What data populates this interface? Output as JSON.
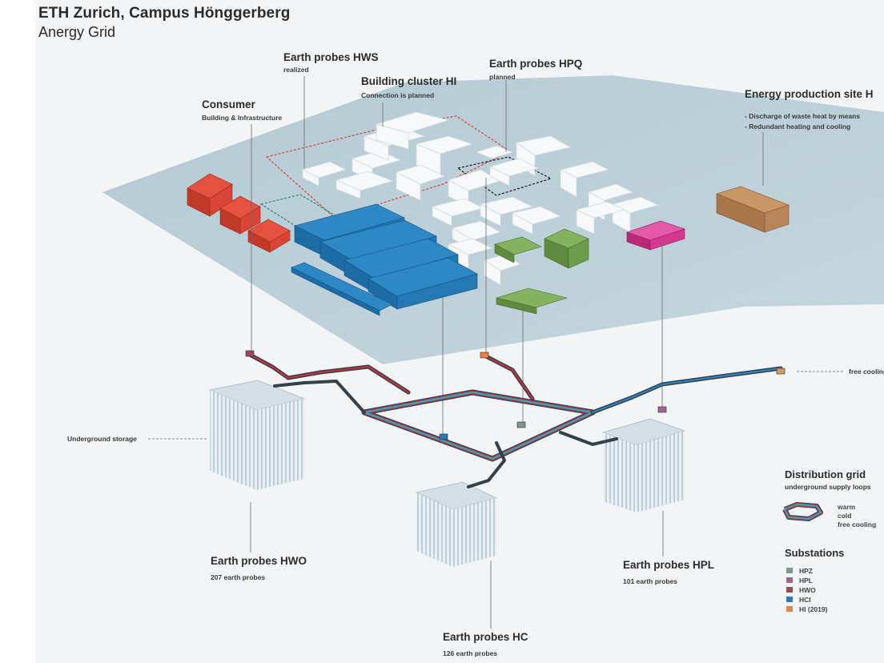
{
  "header": {
    "title": "ETH Zurich, Campus Hönggerberg",
    "subtitle": "Anergy Grid"
  },
  "callouts": {
    "consumer": {
      "title": "Consumer",
      "sub": "Building & Infrastructure"
    },
    "hws": {
      "title": "Earth probes HWS",
      "sub": "realized"
    },
    "hi": {
      "title": "Building cluster HI",
      "sub": "Connection is planned"
    },
    "hpq": {
      "title": "Earth probes HPQ",
      "sub": "planned"
    },
    "energy": {
      "title": "Energy production site H",
      "bullet1": "- Discharge of waste heat by means",
      "bullet2": "- Redundant heating and cooling"
    },
    "free_cooling": "free cooling",
    "underground_storage": "Underground storage"
  },
  "probe_fields": {
    "hwo": {
      "title": "Earth probes HWO",
      "sub": "207 earth probes"
    },
    "hc": {
      "title": "Earth probes HC",
      "sub": "126 earth probes"
    },
    "hpl": {
      "title": "Earth probes HPL",
      "sub": "101 earth probes"
    }
  },
  "legend": {
    "distribution_title": "Distribution grid",
    "distribution_sub": "underground supply loops",
    "warm": "warm",
    "cold": "cold",
    "free_cooling": "free cooling",
    "substations_title": "Substations",
    "substations": [
      {
        "label": "HPZ",
        "color": "#7a9a8c"
      },
      {
        "label": "HPL",
        "color": "#a0648f"
      },
      {
        "label": "HWO",
        "color": "#9c4a57"
      },
      {
        "label": "HCI",
        "color": "#2f78b3"
      },
      {
        "label": "HI (2019)",
        "color": "#ef7f43"
      }
    ]
  },
  "colors": {
    "terrain": "#b9cdd6",
    "consumer_red": "#e0412f",
    "hws_blue": "#2478b4",
    "green": "#6b9a4a",
    "magenta": "#d6378f",
    "energy_brown": "#b8855a",
    "pipe_warm": "#c8323c",
    "pipe_cold": "#2a88c8",
    "pipe_free": "#48b8a0",
    "pipe_outer": "#34414a"
  }
}
